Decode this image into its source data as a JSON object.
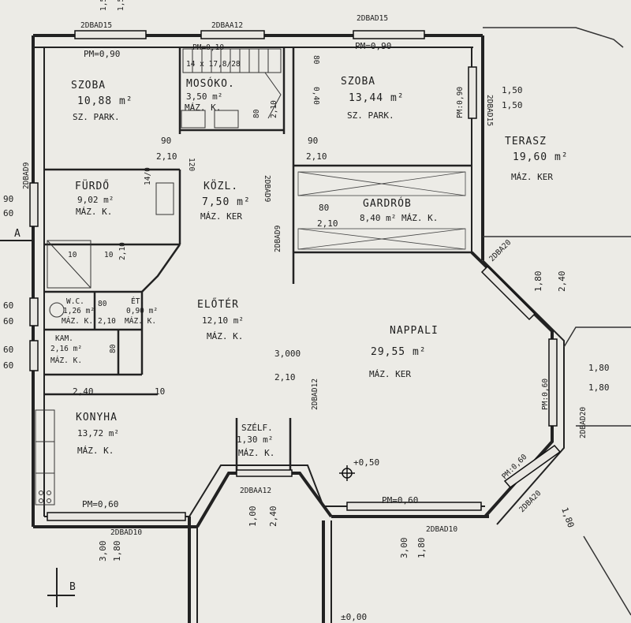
{
  "rooms": {
    "szoba1": {
      "name": "SZOBA",
      "area": "10,88 m²",
      "floor": "SZ. PARK."
    },
    "mosoko": {
      "name": "MOSÓKO.",
      "area": "3,50 m²",
      "floor": "MÁZ. K."
    },
    "szoba2": {
      "name": "SZOBA",
      "area": "13,44 m²",
      "floor": "SZ. PARK."
    },
    "terasz": {
      "name": "TERASZ",
      "area": "19,60 m²",
      "floor": "MÁZ. KER"
    },
    "furdo": {
      "name": "FÜRDŐ",
      "area": "9,02 m²",
      "floor": "MÁZ. K."
    },
    "kozl": {
      "name": "KÖZL.",
      "area": "7,50 m²",
      "floor": "MÁZ. KER"
    },
    "gardrob": {
      "name": "GARDRÓB",
      "area": "8,40 m² MÁZ. K."
    },
    "wc": {
      "name": "W.C.",
      "area": "1,26 m²",
      "floor": "MÁZ. K."
    },
    "et": {
      "name": "ÉT.",
      "area": "0,90 m²",
      "floor": "MÁZ. K."
    },
    "kam": {
      "name": "KAM.",
      "area": "2,16 m²",
      "floor": "MÁZ. K."
    },
    "eloter": {
      "name": "ELŐTÉR",
      "area": "12,10 m²",
      "floor": "MÁZ. K."
    },
    "nappali": {
      "name": "NAPPALI",
      "area": "29,55 m²",
      "floor": "MÁZ. KER"
    },
    "konyha": {
      "name": "KONYHA",
      "area": "13,72 m²",
      "floor": "MÁZ. K."
    },
    "szelf": {
      "name": "SZÉLF.",
      "area": "1,30 m²",
      "floor": "MÁZ. K."
    }
  },
  "windows": {
    "w_top1": "2DBAD15",
    "w_top2": "2DBAA12",
    "w_top3": "2DBAD15",
    "w_right": "2DBAD15",
    "w_left": "2DBAD9",
    "w_bot_left": "2DBAD10",
    "w_bot_right": "2DBAD10",
    "w_entry": "2DBAA12",
    "w_nappali1": "2DBA20",
    "w_nappali2": "2DBAD20",
    "w_nappali3": "2DBA20",
    "w_gardrob": "2DBAD9",
    "w_kozl": "2DBAD9",
    "w_door3": "2DBAD12"
  },
  "dims": {
    "pm090a": "PM=0,90",
    "pm090b": "PM=0,90",
    "pm090c": "PM:0,90",
    "pm060a": "PM=0,60",
    "pm060b": "PM=0,60",
    "pm060c": "PM:0,60",
    "pm060d": "PM:0,60",
    "pm010": "PM=0,10",
    "d1": "1,50",
    "d2": "1,50",
    "d3": "1,50",
    "d4": "1,50",
    "d90a": "90",
    "d210a": "2,10",
    "d90b": "90",
    "d210b": "2,10",
    "d80a": "80",
    "d210c": "2,10",
    "d300": "3,000",
    "d210d": "2,10",
    "d240": "2,40",
    "d10a": "10",
    "d180a": "1,80",
    "d240b": "2,40",
    "d180b": "1,80",
    "d180c": "1,80",
    "d180d": "1,80",
    "d300b": "3,00",
    "d180e": "1,80",
    "d300c": "3,00",
    "d180f": "1,80",
    "d100": "1,00",
    "d240c": "2,40",
    "d050": "+0,50",
    "d000": "±0,00",
    "d90c": "90",
    "d60a": "60",
    "d60b": "60",
    "d60c": "60",
    "d60d": "60",
    "d60e": "60",
    "stair": "14 x 17,8/28",
    "d120": "120",
    "d140": "14/0",
    "d80b": "80",
    "d140b": "0,40",
    "d80c": "80",
    "d210e": "2,10",
    "d10b": "10",
    "d10c": "10",
    "d80d": "80",
    "d210f": "2,10",
    "d80e": "80",
    "d210g": "2,10"
  },
  "sections": {
    "a": "A",
    "b": "B"
  }
}
